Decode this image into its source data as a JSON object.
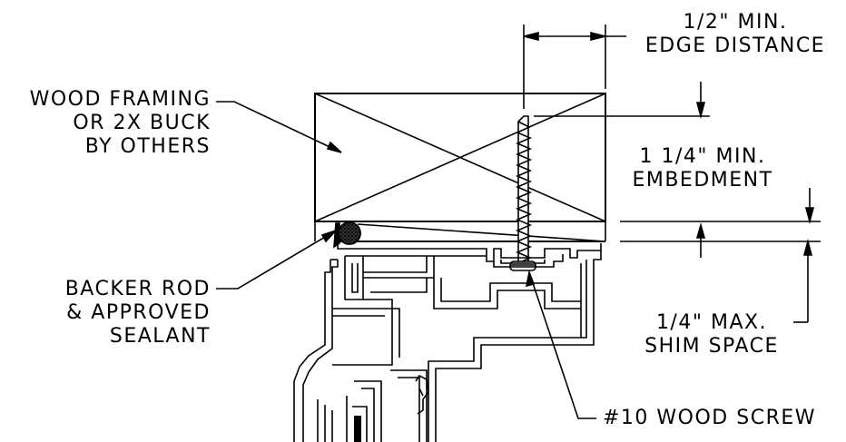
{
  "labels": {
    "framing": [
      "WOOD FRAMING",
      "OR 2X BUCK",
      "BY OTHERS"
    ],
    "backer": [
      "BACKER ROD",
      "& APPROVED",
      "SEALANT"
    ],
    "edge": [
      "1/2\" MIN.",
      "EDGE DISTANCE"
    ],
    "embed": [
      "1 1/4\" MIN.",
      "EMBEDMENT"
    ],
    "shim": [
      "1/4\" MAX.",
      "SHIM SPACE"
    ],
    "screw": "#10 WOOD SCREW"
  },
  "colors": {
    "line": "#000000",
    "background": "#ffffff",
    "sealant": "#000000"
  }
}
